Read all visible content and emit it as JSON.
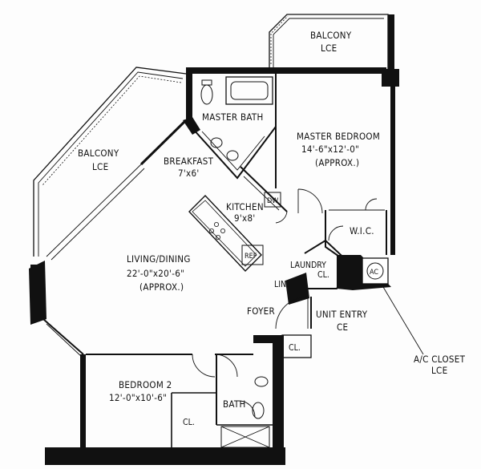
{
  "rooms": {
    "balcony_top": {
      "name": "BALCONY",
      "sub": "LCE"
    },
    "balcony_left": {
      "name": "BALCONY",
      "sub": "LCE"
    },
    "master_bath": {
      "name": "MASTER BATH"
    },
    "master_bedroom": {
      "name": "MASTER BEDROOM",
      "dims": "14'-6\"x12'-0\"",
      "note": "(APPROX.)"
    },
    "breakfast": {
      "name": "BREAKFAST",
      "dims": "7'x6'"
    },
    "kitchen": {
      "name": "KITCHEN",
      "dims": "9'x8'"
    },
    "living": {
      "name": "LIVING/DINING",
      "dims": "22'-0\"x20'-6\"",
      "note": "(APPROX.)"
    },
    "wic": {
      "name": "W.I.C."
    },
    "laundry": {
      "name": "LAUNDRY",
      "closet": "CL."
    },
    "linen": {
      "name": "LIN."
    },
    "foyer": {
      "name": "FOYER"
    },
    "unit_entry": {
      "name": "UNIT ENTRY",
      "sub": "CE"
    },
    "closet_entry": {
      "name": "CL."
    },
    "bedroom2": {
      "name": "BEDROOM 2",
      "dims": "12'-0\"x10'-6\""
    },
    "closet_bed2": {
      "name": "CL."
    },
    "bath": {
      "name": "BATH"
    }
  },
  "fixtures": {
    "dw": "DW",
    "ref": "REF",
    "ac": "AC"
  },
  "callouts": {
    "ac_closet": {
      "name": "A/C CLOSET",
      "sub": "LCE"
    }
  }
}
